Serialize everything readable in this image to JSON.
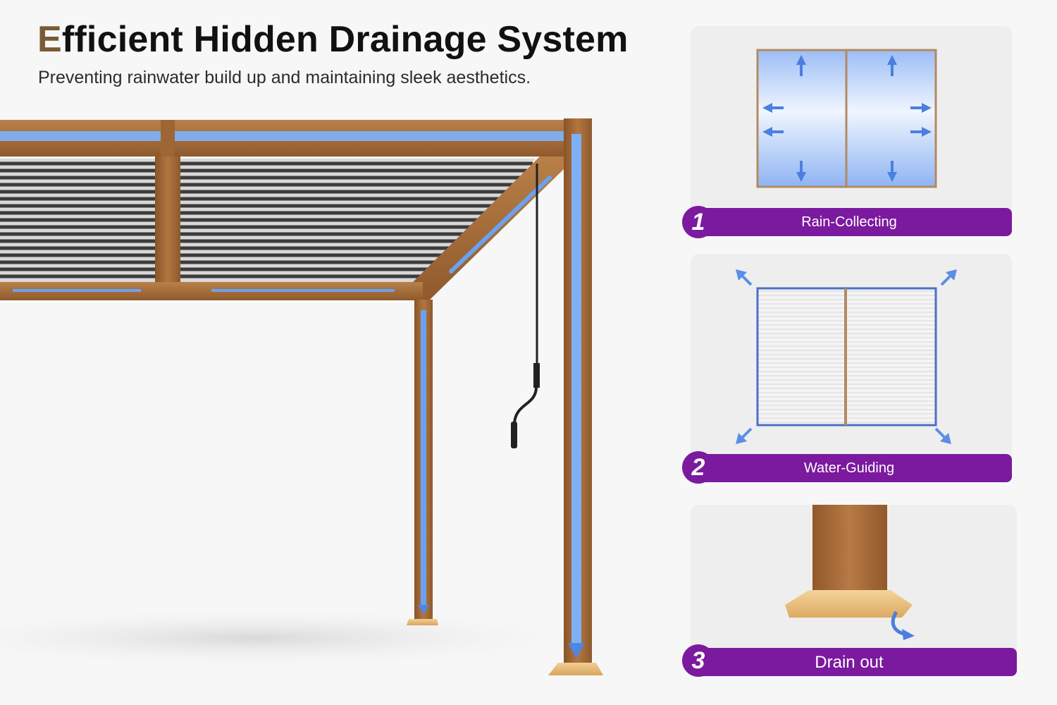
{
  "heading": {
    "title_first_letter": "E",
    "title_rest": "fficient Hidden Drainage System",
    "subtitle": "Preventing rainwater build up and maintaining sleek aesthetics."
  },
  "steps": [
    {
      "number": "1",
      "label": "Rain-Collecting"
    },
    {
      "number": "2",
      "label": "Water-Guiding"
    },
    {
      "number": "3",
      "label": "Drain out"
    }
  ],
  "colors": {
    "background": "#f7f7f7",
    "accent_purple": "#7b1a9e",
    "wood": "#a66b3a",
    "water_blue": "#6aa2f0",
    "louver_dark": "#3c3c3c"
  },
  "icons": {
    "pergola": "pergola-illustration",
    "rain_collecting": "roof-top-view-arrows",
    "water_guiding": "roof-louvers-diagonal-arrows",
    "drain_out": "post-base-curved-arrow"
  }
}
